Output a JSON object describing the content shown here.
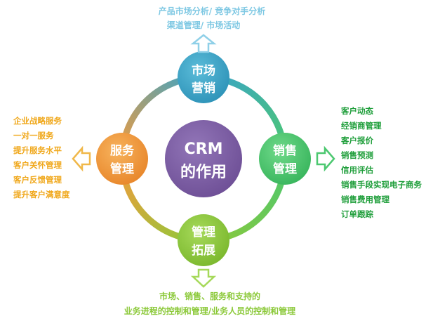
{
  "center": {
    "line1": "CRM",
    "line2": "的作用"
  },
  "nodes": {
    "top": {
      "line1": "市场",
      "line2": "营销",
      "color": "#3aa4c8"
    },
    "right": {
      "line1": "销售",
      "line2": "管理",
      "color": "#4cc870"
    },
    "bottom": {
      "line1": "管理",
      "line2": "拓展",
      "color": "#8cc93a"
    },
    "left": {
      "line1": "服务",
      "line2": "管理",
      "color": "#f29b3c"
    },
    "center_color": "#7d5ea2"
  },
  "top_text": {
    "line1": "产品市场分析/ 竞争对手分析",
    "line2": "渠道管理/ 市场活动",
    "color": "#7ec8e3"
  },
  "right_list": {
    "items": [
      "客户动态",
      "经销商管理",
      "客户报价",
      "销售预测",
      "信用评估",
      "销售手段实现电子商务",
      "销售费用管理",
      "订单跟踪"
    ],
    "color": "#1e9e3a"
  },
  "left_list": {
    "items": [
      "企业战略服务",
      "一对一服务",
      "提升服务水平",
      "客户关怀管理",
      "客户反馈管理",
      "提升客户满意度"
    ],
    "color": "#f0a81c"
  },
  "bottom_text": {
    "line1": "市场、销售、服务和支持的",
    "line2": "业务进程的控制和管理/业务人员的控制和管理",
    "color": "#8cc93a"
  }
}
